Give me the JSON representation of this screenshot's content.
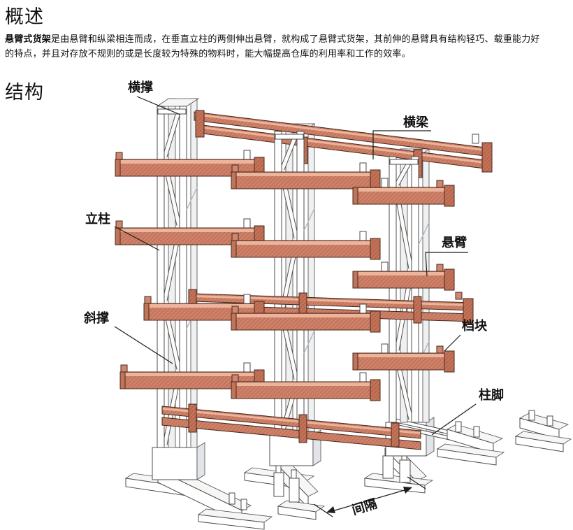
{
  "page": {
    "overview_heading": "概述",
    "structure_heading": "结构",
    "intro": {
      "lead_bold": "悬臂式货架",
      "line1_rest": "是由悬臂和纵梁相连而成，在垂直立柱的两侧伸出悬臂，就构成了悬臂式货架，其前伸的悬臂具有结构轻巧、载重能力好",
      "line2": "的特点，并且对存放不规则的或是长度较为特殊的物料时，能大幅提高仓库的利用率和工作的效率。"
    }
  },
  "diagram": {
    "labels": {
      "top_brace": "横撑",
      "top_beam": "横梁",
      "column": "立柱",
      "arm": "悬臂",
      "diagonal_brace": "斜撑",
      "stop_block": "档块",
      "column_foot": "柱脚",
      "spacing": "间隔"
    },
    "colors": {
      "arm_fill": "#d0826a",
      "arm_top": "#ecb49b",
      "arm_dark": "#c1745a",
      "structure_white": "#ffffff",
      "outline": "#46281c",
      "text": "#111111"
    }
  }
}
